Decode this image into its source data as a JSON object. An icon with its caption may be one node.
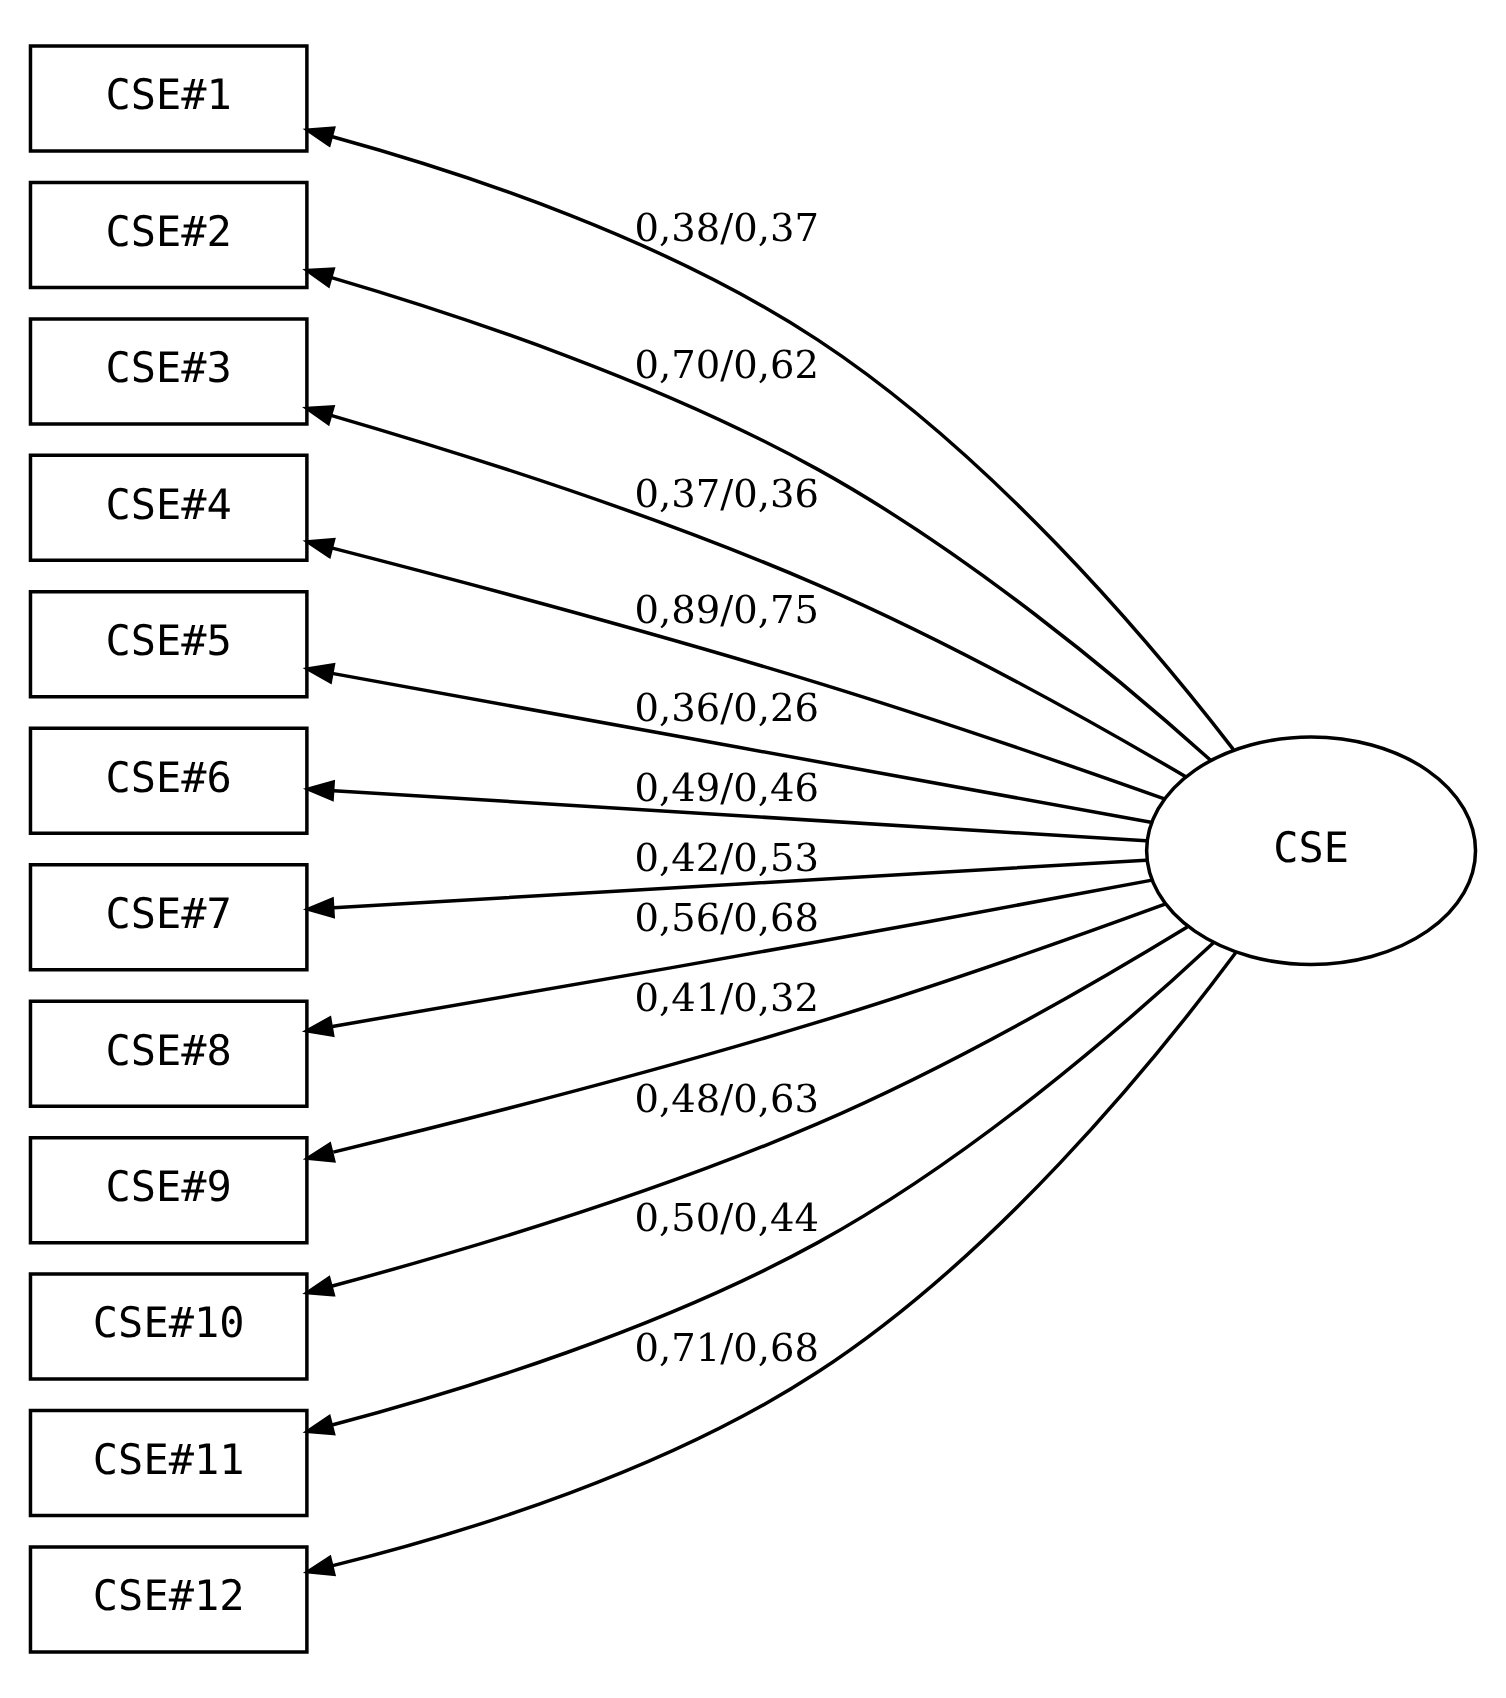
{
  "diagram": {
    "nodes": [
      {
        "text": [
          "CSE#1"
        ]
      },
      {
        "text": [
          "CSE#2"
        ]
      },
      {
        "text": [
          "CSE#3"
        ]
      },
      {
        "text": [
          "CSE#4"
        ]
      },
      {
        "text": [
          "CSE#5"
        ]
      },
      {
        "text": [
          "CSE#6"
        ]
      },
      {
        "text": [
          "CSE#7"
        ]
      },
      {
        "text": [
          "CSE#8"
        ]
      },
      {
        "text": [
          "CSE#9"
        ]
      },
      {
        "text": [
          "CSE#10"
        ]
      },
      {
        "text": [
          "CSE#11"
        ]
      },
      {
        "text": [
          "CSE#12"
        ]
      },
      {
        "text": [
          "CSE"
        ]
      }
    ],
    "edges": [
      {
        "from": 12,
        "to": 0,
        "arrow": "to",
        "label": "0,38/0,37"
      },
      {
        "from": 12,
        "to": 1,
        "arrow": "to",
        "label": "0,70/0,62"
      },
      {
        "from": 12,
        "to": 2,
        "arrow": "to",
        "label": "0,37/0,36"
      },
      {
        "from": 12,
        "to": 3,
        "arrow": "to",
        "label": "0,89/0,75"
      },
      {
        "from": 12,
        "to": 4,
        "arrow": "to",
        "label": "0,36/0,26"
      },
      {
        "from": 12,
        "to": 5,
        "arrow": "to",
        "label": "0,49/0,46"
      },
      {
        "from": 12,
        "to": 6,
        "arrow": "to",
        "label": "0,42/0,53"
      },
      {
        "from": 12,
        "to": 7,
        "arrow": "to",
        "label": "0,56/0,68"
      },
      {
        "from": 12,
        "to": 8,
        "arrow": "to",
        "label": "0,41/0,32"
      },
      {
        "from": 12,
        "to": 9,
        "arrow": "to",
        "label": "0,48/0,63"
      },
      {
        "from": 12,
        "to": 10,
        "arrow": "to",
        "label": "0,50/0,44"
      },
      {
        "from": 12,
        "to": 11,
        "arrow": "to",
        "label": "0,71/0,68"
      }
    ]
  }
}
